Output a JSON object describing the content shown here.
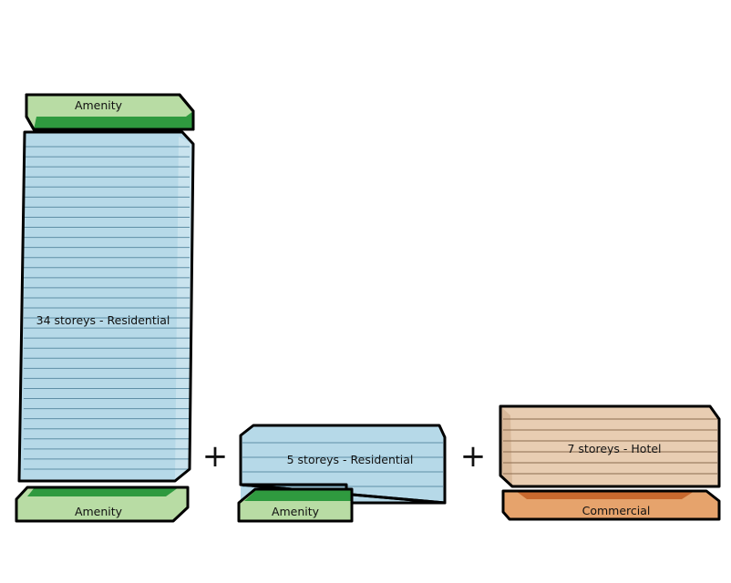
{
  "colors": {
    "residential": "#b6d9e8",
    "residential_side": "#c9e3ee",
    "residential_line": "#5f8fa6",
    "amenity": "#b8dca4",
    "amenity_dark": "#2f9a3f",
    "hotel": "#e8cdb2",
    "hotel_side": "#d9b99a",
    "hotel_line": "#8a6a4e",
    "commercial": "#e6a36c",
    "commercial_dark": "#c9692e"
  },
  "tower": {
    "top_amenity_label": "Amenity",
    "main_label": "34 storeys - Residential",
    "bottom_amenity_label": "Amenity",
    "storeys": 34
  },
  "operators": {
    "plus_1": "+",
    "plus_2": "+"
  },
  "midrise": {
    "main_label": "5 storeys - Residential",
    "amenity_label": "Amenity",
    "storeys": 5
  },
  "hotel_block": {
    "main_label": "7 storeys - Hotel",
    "commercial_label": "Commercial",
    "storeys": 7
  }
}
